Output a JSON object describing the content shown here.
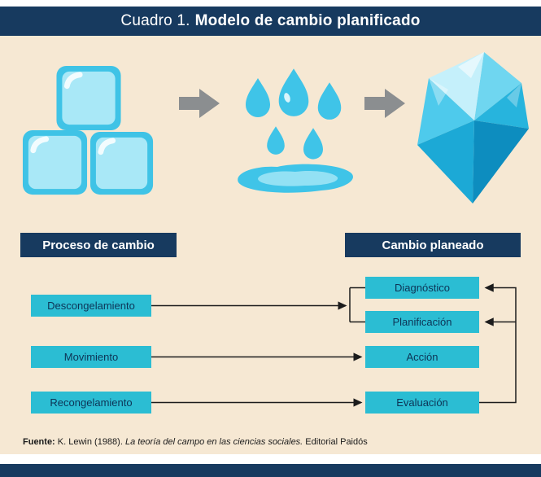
{
  "header": {
    "prefix": "Cuadro 1.",
    "title": "Modelo de cambio planificado"
  },
  "illustration": {
    "steps": [
      "ice-cubes",
      "arrow-right",
      "water-drops",
      "arrow-right",
      "crystal"
    ]
  },
  "section_labels": {
    "left": "Proceso de cambio",
    "right": "Cambio planeado"
  },
  "flow": {
    "left": [
      "Descongelamiento",
      "Movimiento",
      "Recongelamiento"
    ],
    "right": [
      "Diagnóstico",
      "Planificación",
      "Acción",
      "Evaluación"
    ]
  },
  "footer": {
    "label": "Fuente:",
    "text_a": " K. Lewin (1988). ",
    "italic": "La teoría del campo en las ciencias sociales.",
    "text_b": " Editorial Paidós"
  },
  "colors": {
    "navy": "#173a5f",
    "cyan_box": "#2bbdd3",
    "cream_background": "#f6e8d3",
    "gray_arrow": "#8b8e90",
    "ice_cyan": "#3fc3e6"
  }
}
